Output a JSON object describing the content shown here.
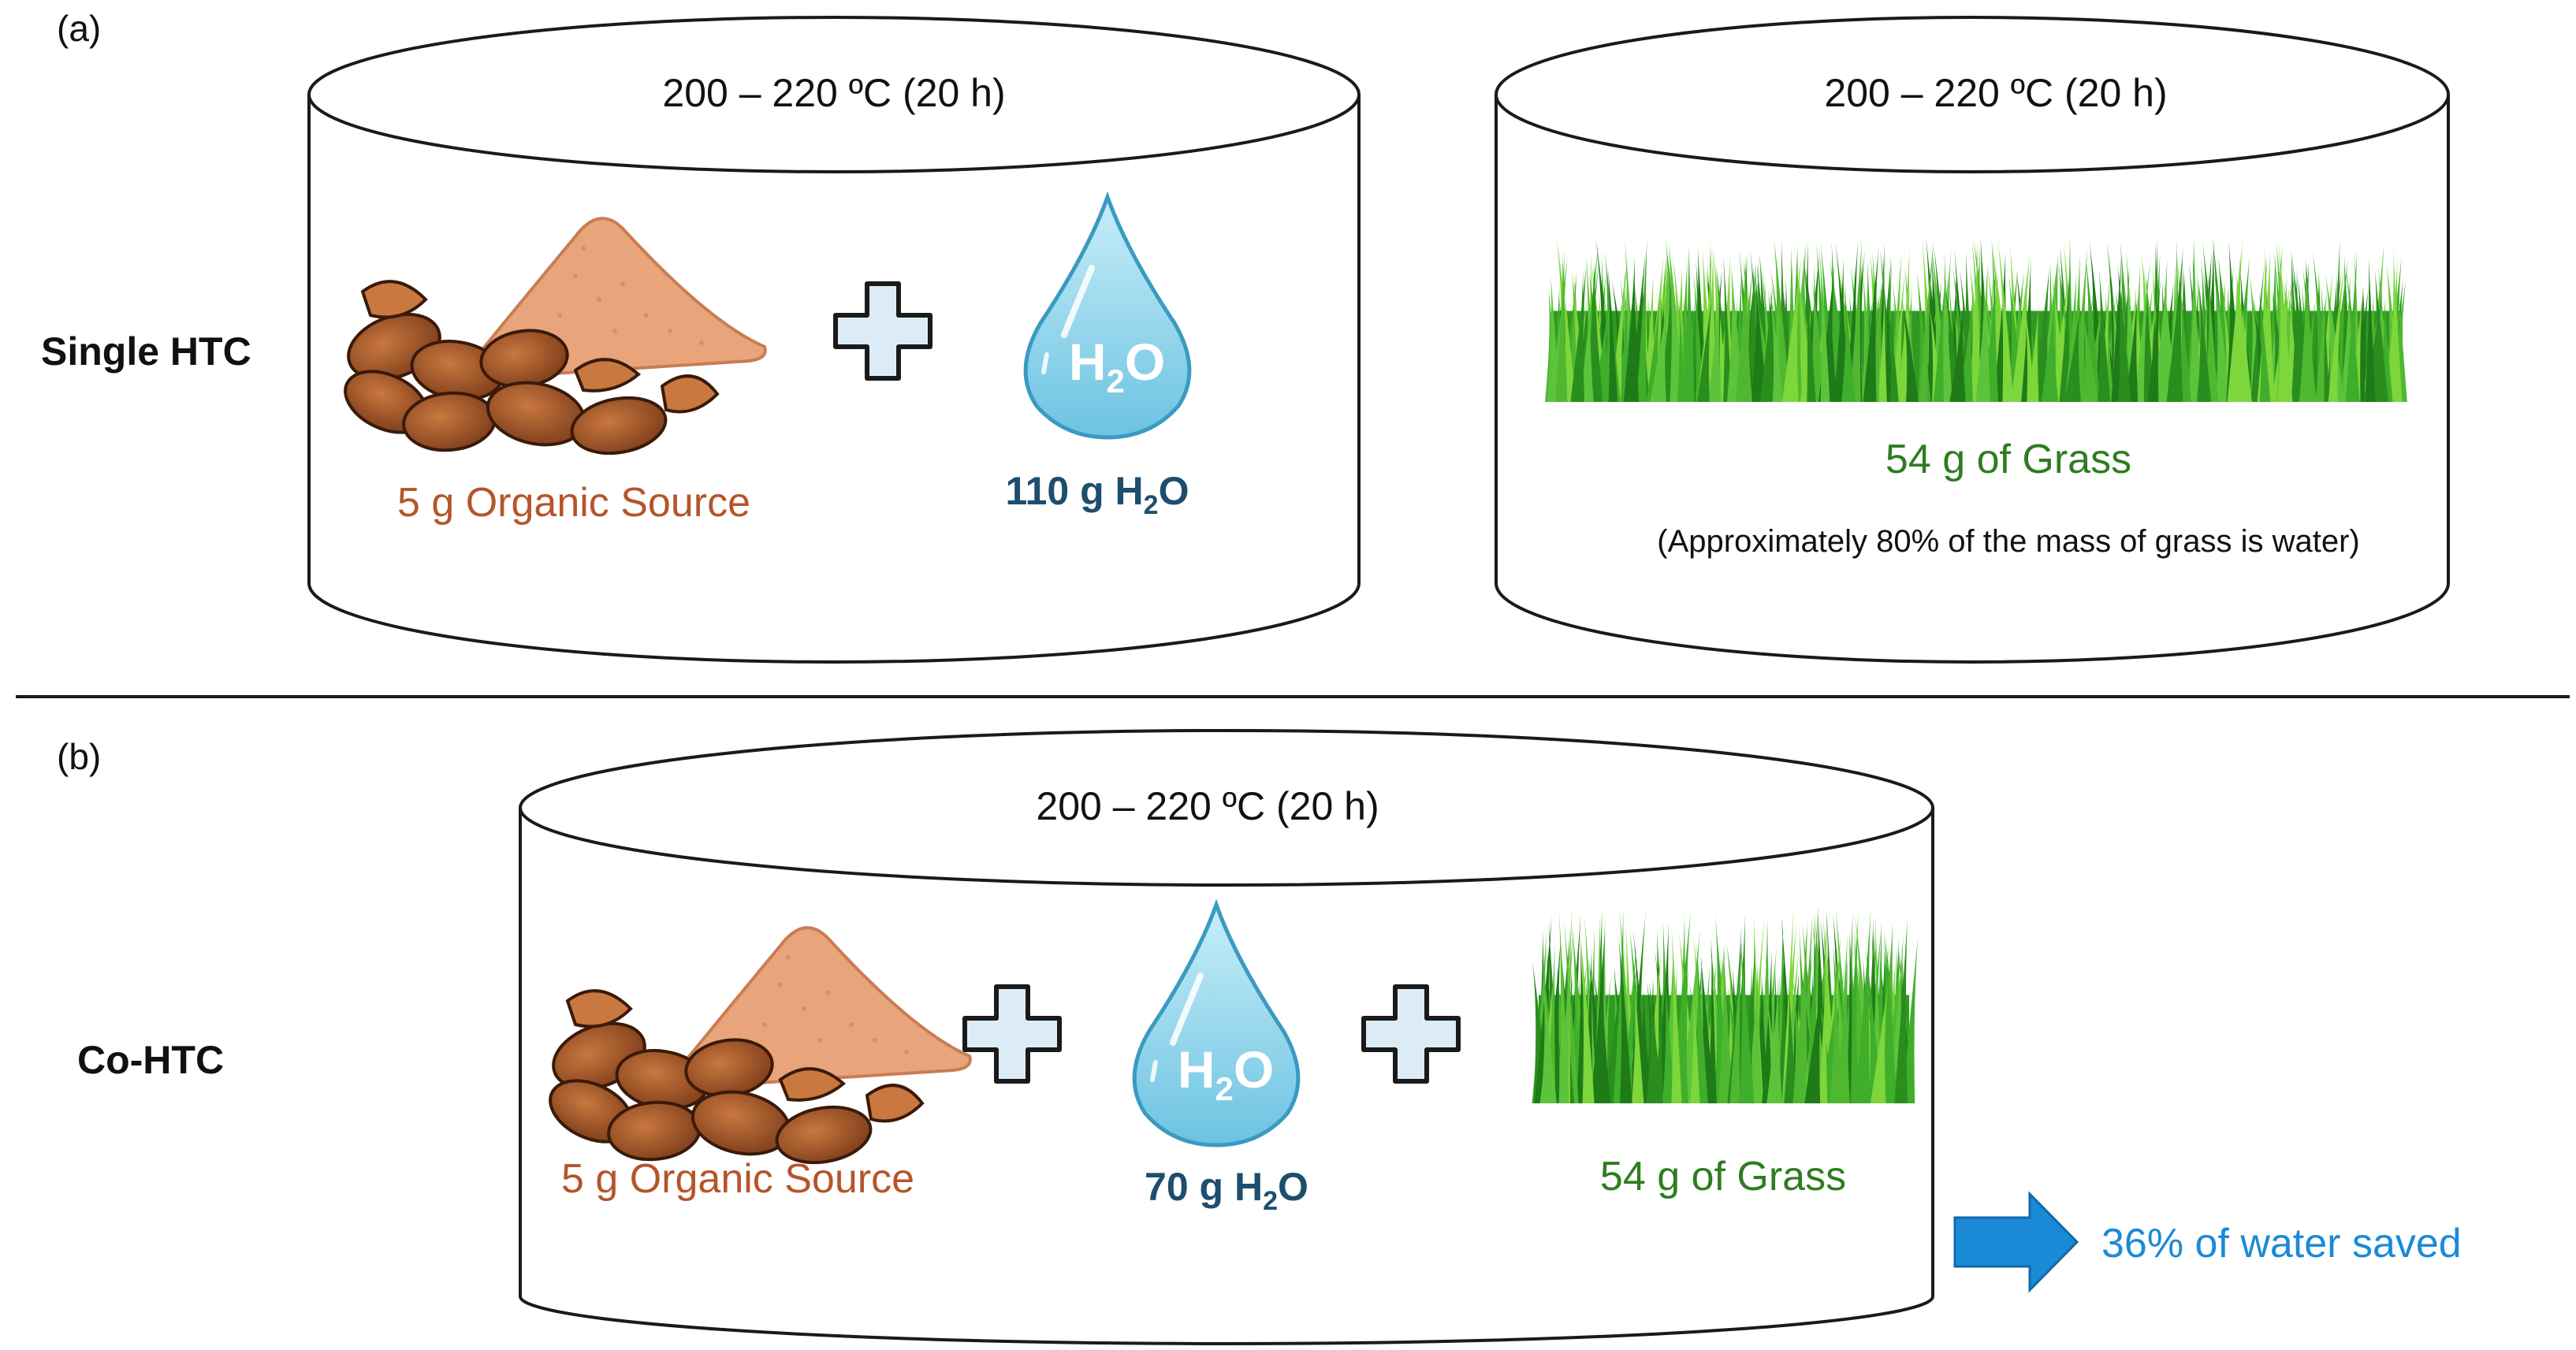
{
  "panel_a": {
    "label": "(a)",
    "row_label": "Single HTC",
    "reactor_1": {
      "temperature": "200 – 220 ºC (20 h)",
      "organic_label": "5 g Organic Source",
      "water_mass": "110 g H",
      "water_sub": "2",
      "water_tail": "O",
      "drop_text": "H",
      "drop_sub": "2",
      "drop_tail": "O"
    },
    "reactor_2": {
      "temperature": "200 – 220 ºC (20 h)",
      "grass_label": "54 g of Grass",
      "grass_note": "(Approximately 80% of the mass of grass is water)"
    }
  },
  "panel_b": {
    "label": "(b)",
    "row_label": "Co-HTC",
    "reactor": {
      "temperature": "200 – 220 ºC (20 h)",
      "organic_label": "5 g Organic Source",
      "water_mass": "70 g H",
      "water_sub": "2",
      "water_tail": "O",
      "drop_text": "H",
      "drop_sub": "2",
      "drop_tail": "O",
      "grass_label": "54 g of Grass"
    },
    "savings": "36% of water saved"
  },
  "colors": {
    "organic": "#b5552a",
    "water_text": "#1e4e6e",
    "grass_text": "#2e7d1f",
    "savings": "#1b8ad6",
    "arrow": "#1b8ad6",
    "drop": "#8fd3ea",
    "powder": "#e8a47a",
    "almond": "#a4562c",
    "grass": "#3fae2a"
  }
}
